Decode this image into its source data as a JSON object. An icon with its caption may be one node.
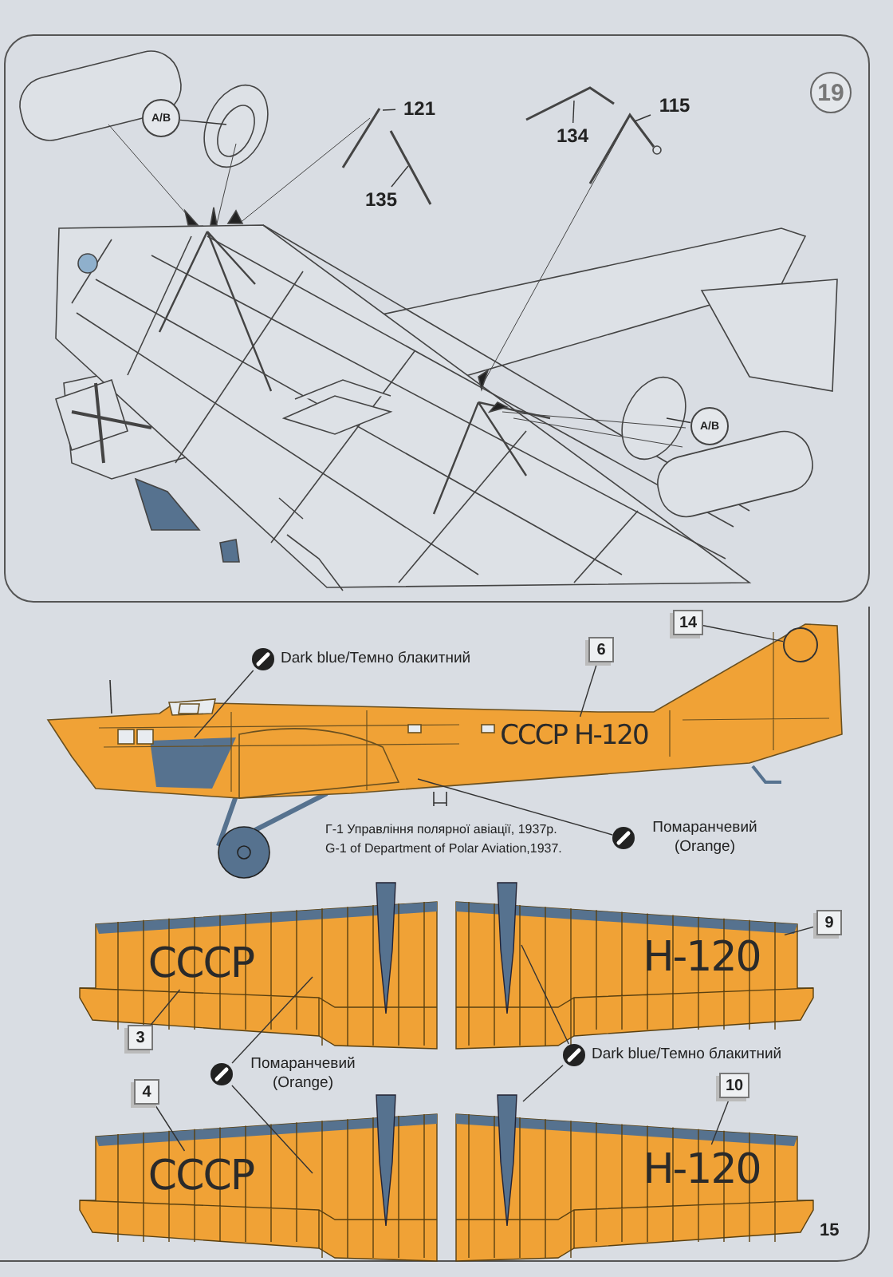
{
  "diagram": {
    "nodes": [
      {
        "text": [
          "19"
        ]
      },
      {
        "text": [
          "A/B"
        ]
      },
      {
        "text": [
          "A/B"
        ]
      },
      {
        "text": [
          "121"
        ]
      },
      {
        "text": [
          "135"
        ]
      },
      {
        "text": [
          "134"
        ]
      },
      {
        "text": [
          "115"
        ]
      },
      {
        "text": [
          "Dark blue/Темно блакитний"
        ]
      },
      {
        "text": [
          "6"
        ]
      },
      {
        "text": [
          "14"
        ]
      },
      {
        "text": [
          "Помаранчевий (Orange)"
        ]
      },
      {
        "text": [
          "3"
        ]
      },
      {
        "text": [
          "9"
        ]
      },
      {
        "text": [
          "Помаранчевий (Orange)"
        ]
      },
      {
        "text": [
          "Dark blue/Темно блакитний"
        ]
      },
      {
        "text": [
          "4"
        ]
      },
      {
        "text": [
          "10"
        ]
      },
      {
        "text": [
          "СССР Н-120"
        ]
      },
      {
        "text": [
          "СССР"
        ]
      },
      {
        "text": [
          "Н-120"
        ]
      },
      {
        "text": [
          "СССР"
        ]
      },
      {
        "text": [
          "Н-120"
        ]
      },
      {
        "text": [],
        "shape": "circle"
      }
    ],
    "edges": [
      {
        "from": 1,
        "to": null,
        "arrow": "none"
      },
      {
        "from": 2,
        "to": null,
        "arrow": "none"
      },
      {
        "from": 3,
        "to": null,
        "arrow": "none"
      },
      {
        "from": 4,
        "to": null,
        "arrow": "none"
      },
      {
        "from": 5,
        "to": null,
        "arrow": "none"
      },
      {
        "from": 6,
        "to": null,
        "arrow": "none"
      },
      {
        "from": 7,
        "to": null,
        "arrow": "none"
      },
      {
        "from": 8,
        "to": 17,
        "arrow": "none"
      },
      {
        "from": 9,
        "to": 22,
        "arrow": "none"
      },
      {
        "from": 10,
        "to": null,
        "arrow": "none"
      },
      {
        "from": 11,
        "to": 18,
        "arrow": "none"
      },
      {
        "from": 12,
        "to": 19,
        "arrow": "none"
      },
      {
        "from": 13,
        "to": null,
        "arrow": "none"
      },
      {
        "from": 13,
        "to": null,
        "arrow": "none"
      },
      {
        "from": 14,
        "to": null,
        "arrow": "none"
      },
      {
        "from": 14,
        "to": null,
        "arrow": "none"
      },
      {
        "from": 15,
        "to": 20,
        "arrow": "none"
      },
      {
        "from": 16,
        "to": 21,
        "arrow": "none"
      }
    ],
    "labels": [
      "Г-1 Управління полярної авіації, 1937р.",
      "G-1 of Department of Polar Aviation,1937.",
      "15"
    ]
  }
}
